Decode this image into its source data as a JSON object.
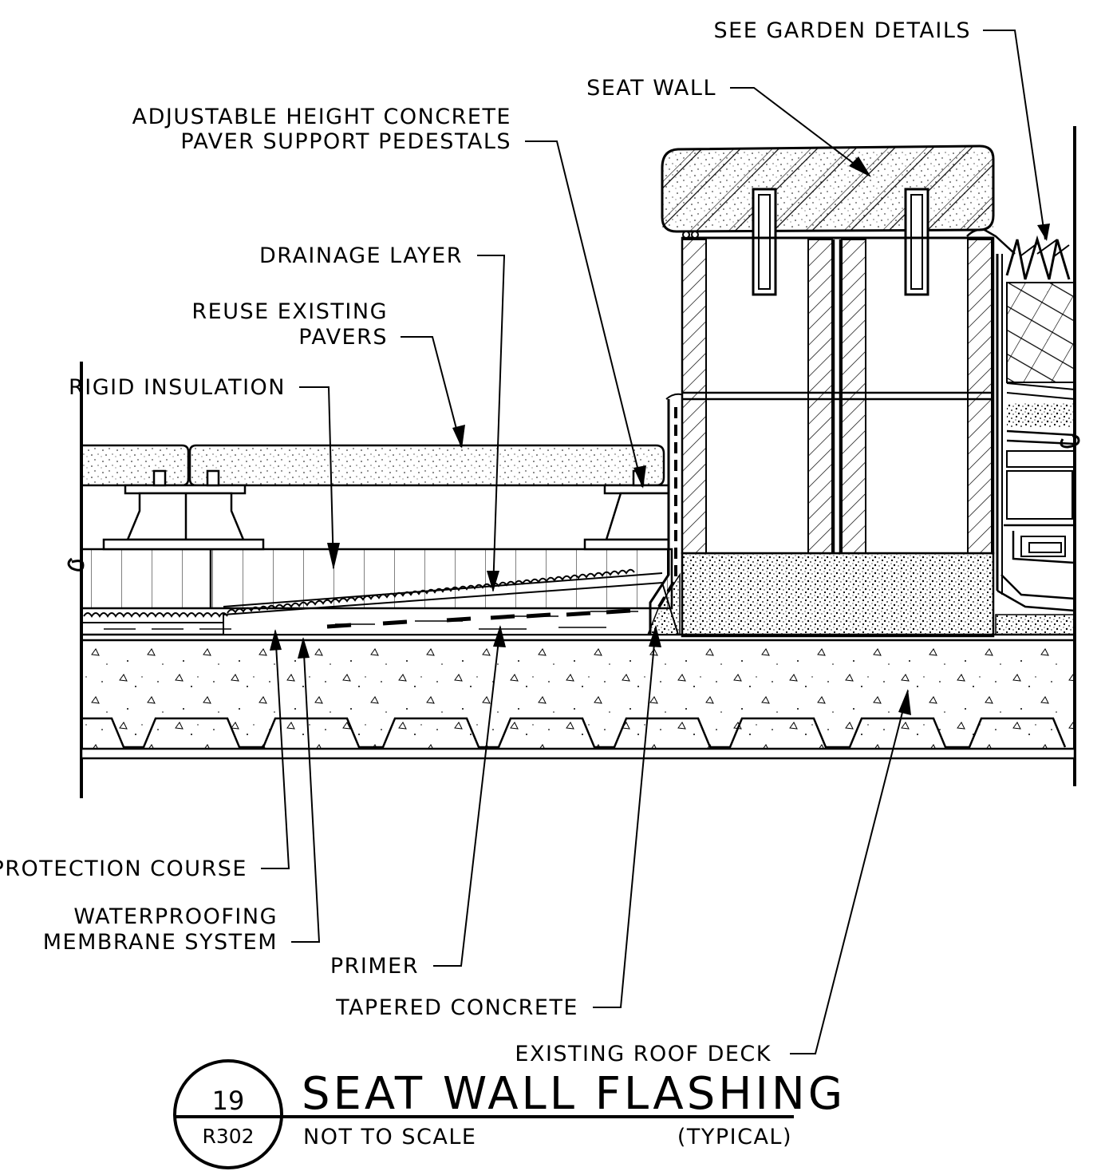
{
  "labels": {
    "see_garden_details": "SEE GARDEN DETAILS",
    "seat_wall": "SEAT WALL",
    "pedestals_line1": "ADJUSTABLE HEIGHT CONCRETE",
    "pedestals_line2": "PAVER SUPPORT PEDESTALS",
    "drainage_layer": "DRAINAGE LAYER",
    "reuse_pavers_line1": "REUSE EXISTING",
    "reuse_pavers_line2": "PAVERS",
    "rigid_insulation": "RIGID INSULATION",
    "protection_course": "PROTECTION COURSE",
    "waterproofing_line1": "WATERPROOFING",
    "waterproofing_line2": "MEMBRANE SYSTEM",
    "primer": "PRIMER",
    "tapered_concrete": "TAPERED CONCRETE",
    "existing_roof_deck": "EXISTING ROOF DECK"
  },
  "title_block": {
    "detail_number": "19",
    "sheet_reference": "R302",
    "title": "SEAT WALL FLASHING",
    "scale": "NOT TO SCALE",
    "qualifier": "(TYPICAL)"
  },
  "colors": {
    "line": "#000000",
    "background": "#ffffff"
  }
}
